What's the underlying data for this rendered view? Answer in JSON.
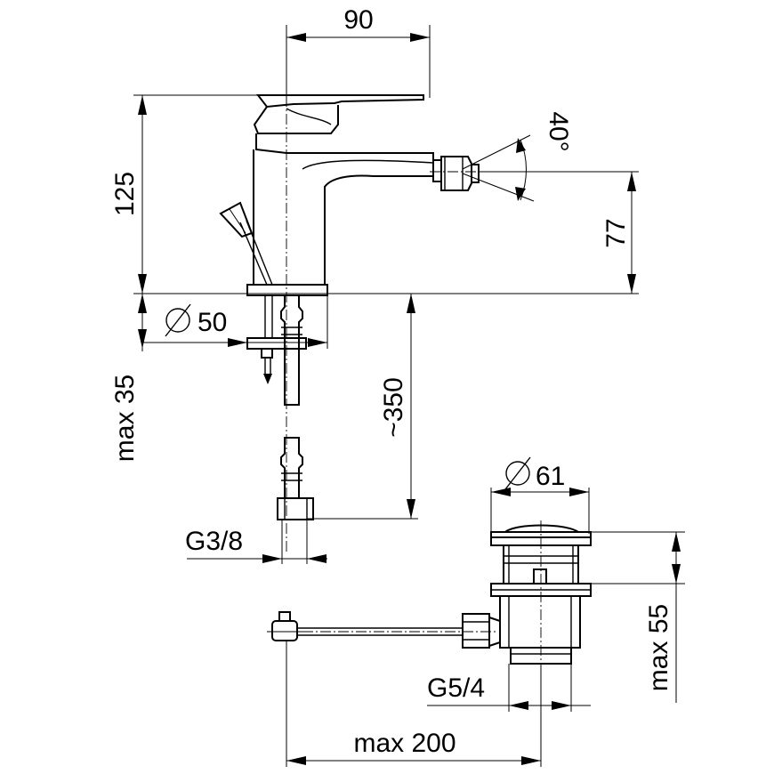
{
  "dimensions": {
    "top_width": "90",
    "height_total": "125",
    "spout_angle": "40°",
    "spout_height": "77",
    "base_diameter": "50",
    "max_deck": "max 35",
    "hose_length": "~350",
    "supply_thread": "G3/8",
    "waste_diameter": "61",
    "waste_thread": "G5/4",
    "waste_max": "max 55",
    "rod_max": "max 200"
  }
}
